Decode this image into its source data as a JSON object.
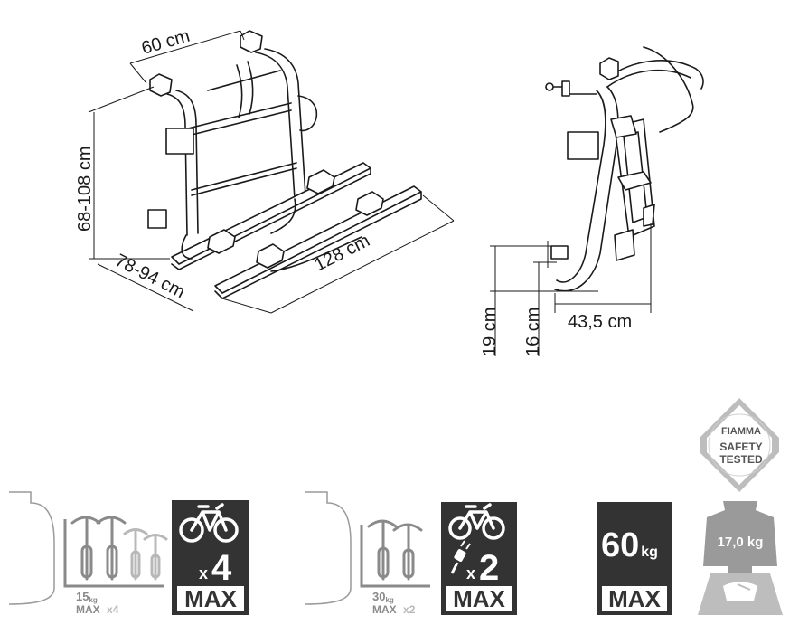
{
  "dimensions": {
    "width_top": "60 cm",
    "height_range": "68-108 cm",
    "depth_range": "78-94 cm",
    "length": "128 cm",
    "height_19": "19 cm",
    "height_16": "16 cm",
    "side_depth": "43,5 cm"
  },
  "icons": {
    "rack4": {
      "weight": "15",
      "unit": "kg",
      "max": "MAX",
      "count": "x4"
    },
    "max4": {
      "multiplier": "x",
      "number": "4",
      "label": "MAX"
    },
    "rack2": {
      "weight": "30",
      "unit": "kg",
      "max": "MAX",
      "count": "x2"
    },
    "max2": {
      "multiplier": "x",
      "number": "2",
      "label": "MAX"
    },
    "load": {
      "value": "60",
      "unit": "kg",
      "label": "MAX"
    },
    "weight": {
      "value": "17,0 kg"
    },
    "badge": {
      "brand": "FIAMMA",
      "line1": "SAFETY",
      "line2": "TESTED"
    }
  },
  "colors": {
    "box": "#333333",
    "grey": "#8a8a8a",
    "line": "#1a1a1a"
  }
}
